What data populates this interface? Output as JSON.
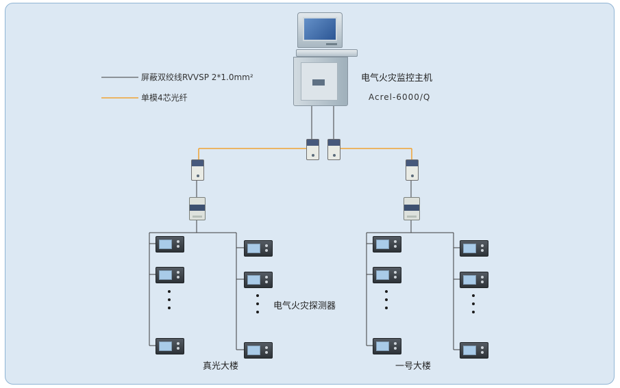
{
  "page": {
    "background": "#ffffff",
    "panel_background": "#dce8f3",
    "panel_border": "#8fb4d4"
  },
  "legend": {
    "items": [
      {
        "name": "shielded-twisted-pair",
        "label": "屏蔽双绞线RVVSP 2*1.0mm²",
        "color": "#3c3c3c"
      },
      {
        "name": "single-mode-fiber",
        "label": "单模4芯光纤",
        "color": "#f0a232"
      }
    ]
  },
  "host": {
    "title": "电气火灾监控主机",
    "model": "Acrel-6000/Q"
  },
  "labels": {
    "detector": "电气火灾探测器"
  },
  "buildings": [
    {
      "name": "真光大楼"
    },
    {
      "name": "一号大楼"
    }
  ],
  "colors": {
    "bus_line": "#3c3c3c",
    "fiber_line": "#f0a232",
    "detector_screen": "#a9cbe8",
    "monitor_screen": "#2c5694"
  }
}
